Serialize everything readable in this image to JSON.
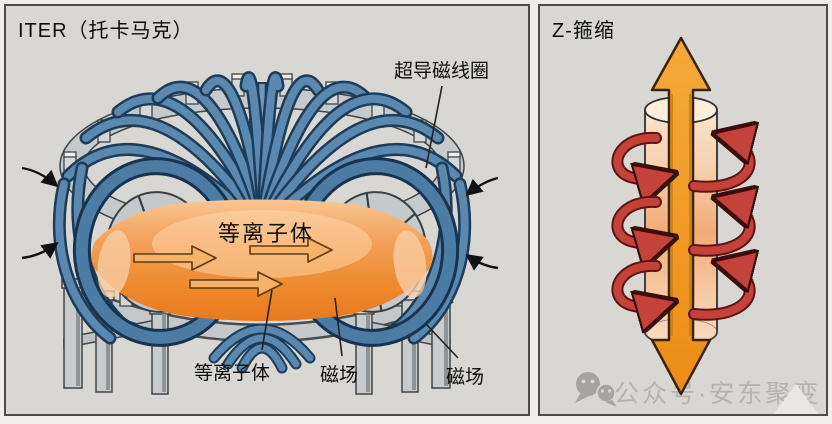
{
  "left_panel": {
    "title": "ITER（托卡马克）",
    "labels": {
      "coil": "超导磁线圈",
      "plasma_center": "等离子体",
      "plasma_bottom": "等离子体",
      "field_inner": "磁场",
      "field_outer": "磁场"
    }
  },
  "right_panel": {
    "title": "Z-箍缩"
  },
  "watermark": {
    "icon": "wechat-chat-bubbles",
    "text": "公众号·安东聚变"
  },
  "colors": {
    "page_bg": "#efeeea",
    "panel_bg": "#d8d7d3",
    "panel_border": "#4b4b49",
    "coil_blue": "#5a88ae",
    "coil_blue_dark": "#1d3c59",
    "structure_gray": "#c9cccd",
    "structure_gray_dark": "#3f4547",
    "plasma_orange": "#ee8a2f",
    "plasma_light": "#f8c693",
    "pinch_arrow_orange": "#f09c28",
    "pinch_loop_red": "#c4423a",
    "label_text": "#0e0e0e",
    "watermark_gray": "#b6b3ae"
  }
}
